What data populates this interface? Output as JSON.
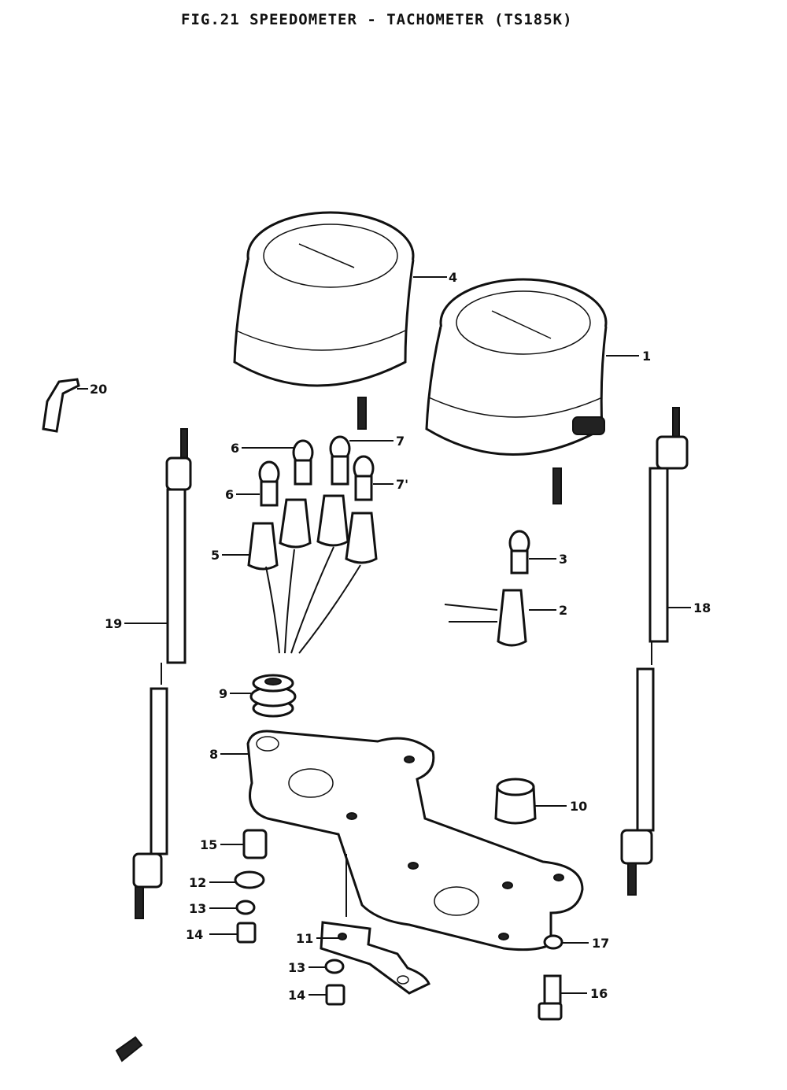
{
  "figure": {
    "title": "FIG.21 SPEEDOMETER - TACHOMETER (TS185K)"
  },
  "callouts": [
    {
      "id": "c1",
      "text": "1"
    },
    {
      "id": "c2",
      "text": "2"
    },
    {
      "id": "c3",
      "text": "3"
    },
    {
      "id": "c4",
      "text": "4"
    },
    {
      "id": "c5",
      "text": "5"
    },
    {
      "id": "c6a",
      "text": "6"
    },
    {
      "id": "c6b",
      "text": "6"
    },
    {
      "id": "c7a",
      "text": "7"
    },
    {
      "id": "c7b",
      "text": "7'"
    },
    {
      "id": "c8",
      "text": "8"
    },
    {
      "id": "c9",
      "text": "9"
    },
    {
      "id": "c10",
      "text": "10"
    },
    {
      "id": "c11",
      "text": "11"
    },
    {
      "id": "c12",
      "text": "12"
    },
    {
      "id": "c13a",
      "text": "13"
    },
    {
      "id": "c13b",
      "text": "13"
    },
    {
      "id": "c14a",
      "text": "14"
    },
    {
      "id": "c14b",
      "text": "14"
    },
    {
      "id": "c15",
      "text": "15"
    },
    {
      "id": "c16",
      "text": "16"
    },
    {
      "id": "c17",
      "text": "17"
    },
    {
      "id": "c18",
      "text": "18"
    },
    {
      "id": "c19",
      "text": "19"
    },
    {
      "id": "c20",
      "text": "20"
    }
  ]
}
